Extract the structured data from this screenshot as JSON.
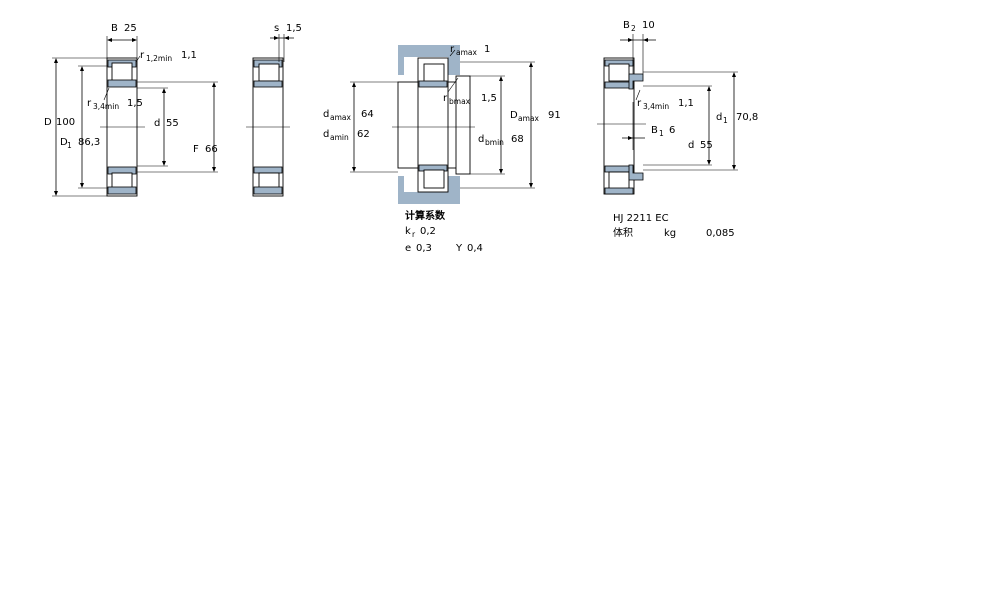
{
  "drawing1": {
    "B_label": "B",
    "B_value": "25",
    "r12_label": "r",
    "r12_sub": "1,2min",
    "r12_value": "1,1",
    "r34_label": "r",
    "r34_sub": "3,4min",
    "r34_value": "1,5",
    "D_label": "D",
    "D_value": "100",
    "D1_label": "D",
    "D1_sub": "1",
    "D1_value": "86,3",
    "d_label": "d",
    "d_value": "55",
    "F_label": "F",
    "F_value": "66"
  },
  "drawing2": {
    "s_label": "s",
    "s_value": "1,5"
  },
  "drawing3": {
    "ramax_label": "r",
    "ramax_sub": "amax",
    "ramax_value": "1",
    "rbmax_label": "r",
    "rbmax_sub": "bmax",
    "rbmax_value": "1,5",
    "damax_label": "d",
    "damax_sub": "amax",
    "damax_value": "64",
    "damin_label": "d",
    "damin_sub": "amin",
    "damin_value": "62",
    "dbmin_label": "d",
    "dbmin_sub": "bmin",
    "dbmin_value": "68",
    "Damax_label": "D",
    "Damax_sub": "amax",
    "Damax_value": "91",
    "calc_title": "计算系数",
    "kr_label": "k",
    "kr_sub": "r",
    "kr_value": "0,2",
    "e_label": "e",
    "e_value": "0,3",
    "Y_label": "Y",
    "Y_value": "0,4"
  },
  "drawing4": {
    "B2_label": "B",
    "B2_sub": "2",
    "B2_value": "10",
    "r34_label": "r",
    "r34_sub": "3,4min",
    "r34_value": "1,1",
    "B1_label": "B",
    "B1_sub": "1",
    "B1_value": "6",
    "d_label": "d",
    "d_value": "55",
    "d1_label": "d",
    "d1_sub": "1",
    "d1_value": "70,8",
    "designation": "HJ 2211 EC",
    "mass_label": "体积",
    "mass_unit": "kg",
    "mass_value": "0,085"
  },
  "colors": {
    "section_fill": "#9fb4c8",
    "line": "#000000",
    "background": "#ffffff"
  }
}
